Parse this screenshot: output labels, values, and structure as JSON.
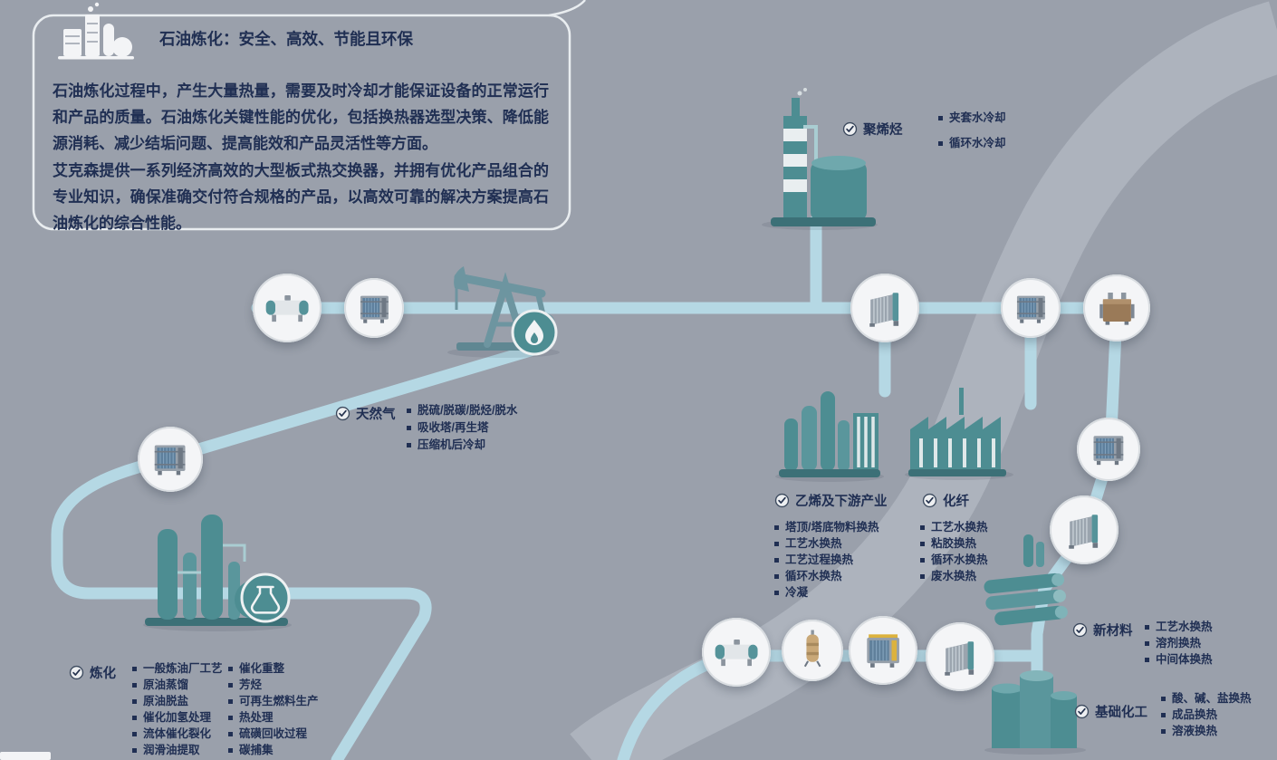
{
  "colors": {
    "background": "#9aa0ab",
    "river": "#adb3bd",
    "pipe": "#b5d8e4",
    "teal": "#4d8d92",
    "teal_light": "#5a969c",
    "navy": "#1f2e52",
    "circle_fill": "#f4f5f7"
  },
  "icons": [
    "refinery-logo",
    "check-circle",
    "bullet-square",
    "flame",
    "flask",
    "shell-vessel",
    "plate-heat-exchanger",
    "angled-plate-heat-exchanger",
    "welded-block-heat-exchanger",
    "vertical-vessel"
  ],
  "header": {
    "title": "石油炼化：安全、高效、节能且环保"
  },
  "intro": {
    "p1": "石油炼化过程中，产生大量热量，需要及时冷却才能保证设备的正常运行和产品的质量。石油炼化关键性能的优化，包括换热器选型决策、降低能源消耗、减少结垢问题、提高能效和产品灵活性等方面。",
    "p2": "艾克森提供一系列经济高效的大型板式热交换器，并拥有优化产品组合的专业知识，确保准确交付符合规格的产品，以高效可靠的解决方案提高石油炼化的综合性能。"
  },
  "sections": {
    "polyolefin": {
      "title": "聚烯烃",
      "bullets": [
        "夹套水冷却",
        "循环水冷却"
      ]
    },
    "natural_gas": {
      "title": "天然气",
      "bullets": [
        "脱硫/脱碳/脱烃/脱水",
        "吸收塔/再生塔",
        "压缩机后冷却"
      ]
    },
    "ethylene": {
      "title": "乙烯及下游产业",
      "bullets": [
        "塔顶/塔底物料换热",
        "工艺水换热",
        "工艺过程换热",
        "循环水换热",
        "冷凝"
      ]
    },
    "fiber": {
      "title": "化纤",
      "bullets": [
        "工艺水换热",
        "粘胶换热",
        "循环水换热",
        "废水换热"
      ]
    },
    "new_materials": {
      "title": "新材料",
      "bullets": [
        "工艺水换热",
        "溶剂换热",
        "中间体换热"
      ]
    },
    "basic_chem": {
      "title": "基础化工",
      "bullets": [
        "酸、碱、盐换热",
        "成品换热",
        "溶液换热"
      ]
    },
    "refining": {
      "title": "炼化",
      "col1": [
        "一般炼油厂工艺",
        "原油蒸馏",
        "原油脱盐",
        "催化加氢处理",
        "流体催化裂化",
        "润滑油提取"
      ],
      "col2": [
        "催化重整",
        "芳烃",
        "可再生燃料生产",
        "热处理",
        "硫磺回收过程",
        "碳捕集"
      ]
    }
  }
}
